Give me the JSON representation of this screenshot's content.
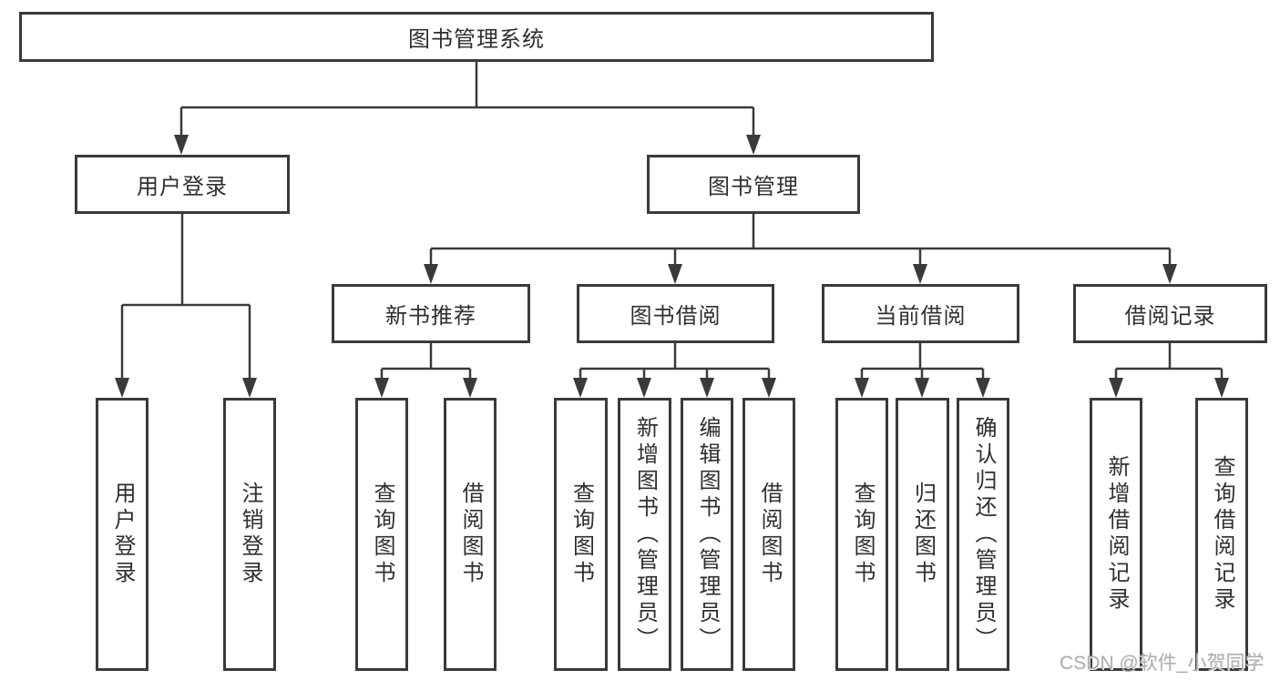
{
  "colors": {
    "line": "#3a3a3a",
    "box_border": "#3a3a3a",
    "text": "#2f2f2f",
    "watermark": "#adadad",
    "background": "#ffffff"
  },
  "watermark": "CSDN @软件_小贺同学",
  "tree": {
    "root": "图书管理系统",
    "branches": [
      {
        "label": "用户登录",
        "leaves": [
          "用户登录",
          "注销登录"
        ]
      },
      {
        "label": "图书管理",
        "groups": [
          {
            "label": "新书推荐",
            "leaves": [
              "查询图书",
              "借阅图书"
            ]
          },
          {
            "label": "图书借阅",
            "leaves": [
              "查询图书",
              "新增图书（管理员）",
              "编辑图书（管理员）",
              "借阅图书"
            ]
          },
          {
            "label": "当前借阅",
            "leaves": [
              "查询图书",
              "归还图书",
              "确认归还（管理员）"
            ]
          },
          {
            "label": "借阅记录",
            "leaves": [
              "新增借阅记录",
              "查询借阅记录"
            ]
          }
        ]
      }
    ]
  }
}
